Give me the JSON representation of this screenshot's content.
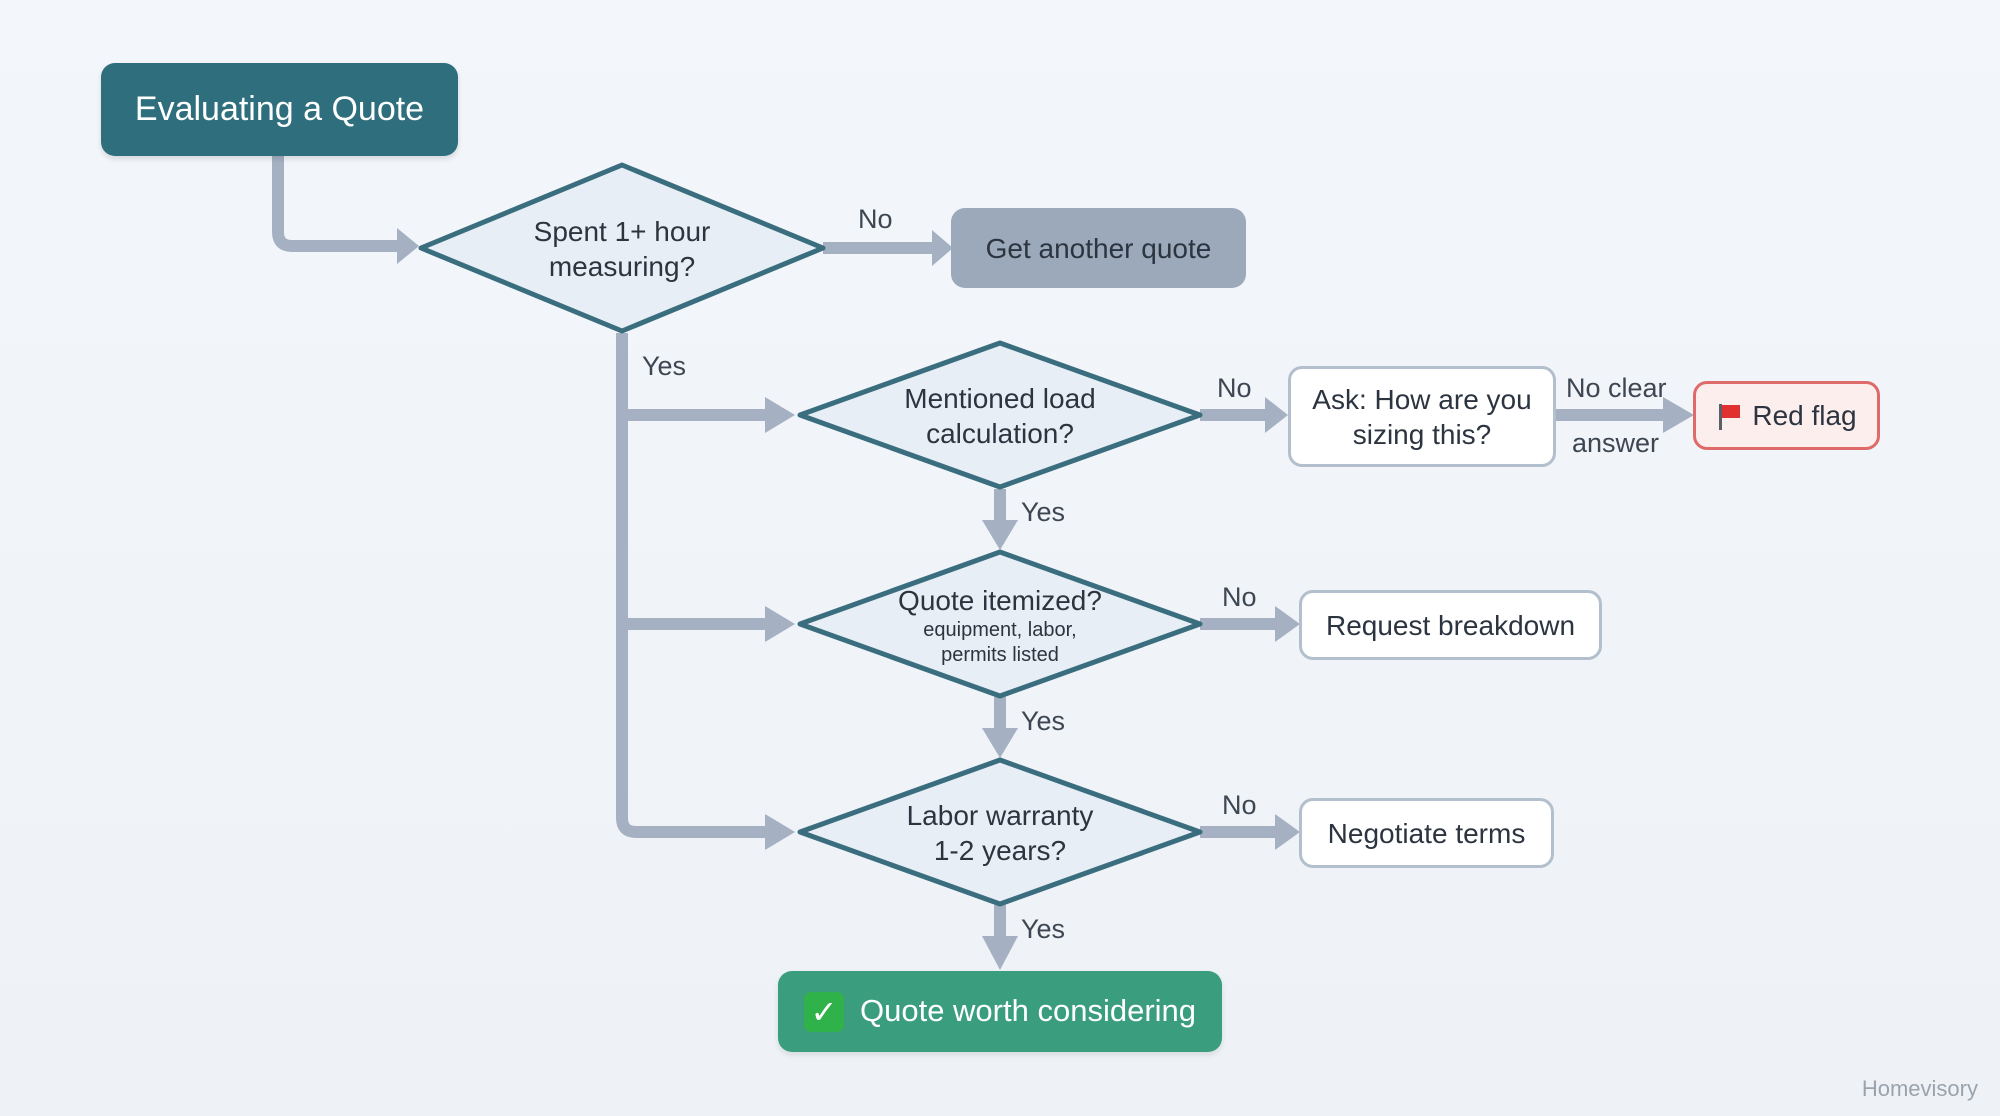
{
  "diagram": {
    "start": "Evaluating a Quote",
    "decisions": {
      "measuring": {
        "line1": "Spent 1+ hour",
        "line2": "measuring?"
      },
      "load": {
        "line1": "Mentioned load",
        "line2": "calculation?"
      },
      "itemized": {
        "line1": "Quote itemized?",
        "sub1": "equipment, labor,",
        "sub2": "permits listed"
      },
      "warranty": {
        "line1": "Labor warranty",
        "line2": "1-2 years?"
      }
    },
    "actions": {
      "another_quote": "Get another quote",
      "ask_sizing": {
        "line1": "Ask: How are you",
        "line2": "sizing this?"
      },
      "red_flag": "Red flag",
      "request_breakdown": "Request breakdown",
      "negotiate": "Negotiate terms",
      "worth": "Quote worth considering"
    },
    "edge_labels": {
      "no": "No",
      "yes": "Yes",
      "no_clear_1": "No clear",
      "no_clear_2": "answer"
    },
    "icons": {
      "check": "check-mark-icon",
      "flag": "red-flag-icon"
    }
  },
  "watermark": "Homevisory",
  "colors": {
    "start": "#2f6f7d",
    "decision_border": "#3a6e7f",
    "connector": "#a5b1c2",
    "grey_box": "#9ba9ba",
    "red_border": "#de6a6a",
    "success": "#3a9e7e"
  }
}
